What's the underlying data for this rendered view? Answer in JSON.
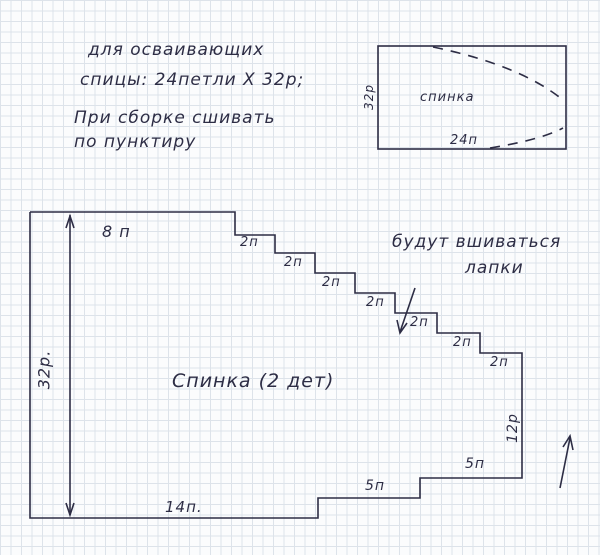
{
  "notes": {
    "line1": "для осваивающих",
    "line2": "спицы: 24петли Х 32р;",
    "line3": "При сборке сшивать",
    "line4": "по пунктиру"
  },
  "mini_pattern": {
    "title": "спинка",
    "height_label": "32р",
    "width_label": "24п"
  },
  "main_pattern": {
    "title": "Спинка (2 дет)",
    "height_label": "32р.",
    "top_label": "8 п",
    "step_labels": [
      "2п",
      "2п",
      "2п",
      "2п",
      "2п",
      "2п",
      "2п"
    ],
    "right_label": "12р",
    "bottom_step_labels": [
      "5п",
      "5п"
    ],
    "bottom_label": "14п.",
    "annotation_line1": "будут вшиваться",
    "annotation_line2": "лапки"
  },
  "colors": {
    "ink": "#2d2d45",
    "grid": "#dde3ea"
  }
}
